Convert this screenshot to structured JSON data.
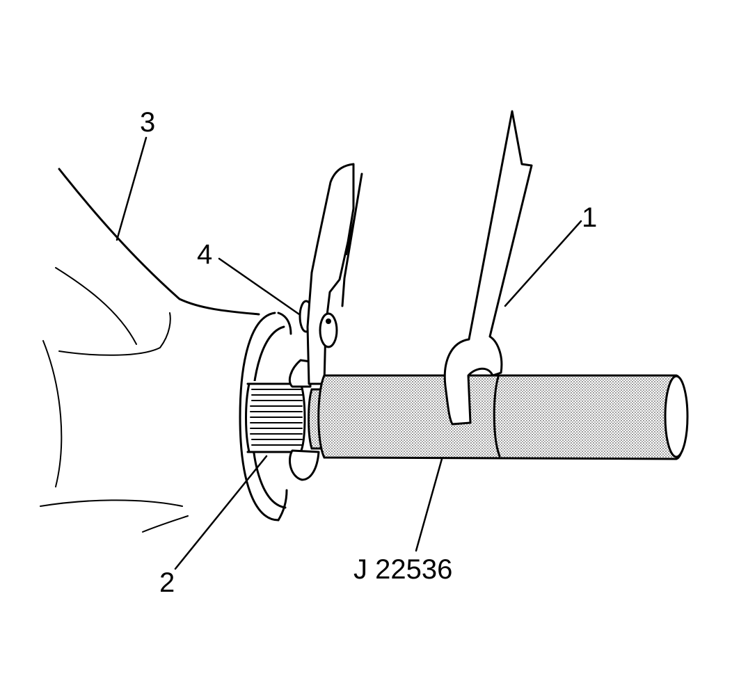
{
  "callouts": {
    "one": "1",
    "two": "2",
    "three": "3",
    "four": "4",
    "tool": "J 22536"
  },
  "colors": {
    "line": "#000000",
    "background": "#ffffff",
    "stipple": "#bdbdbd"
  }
}
